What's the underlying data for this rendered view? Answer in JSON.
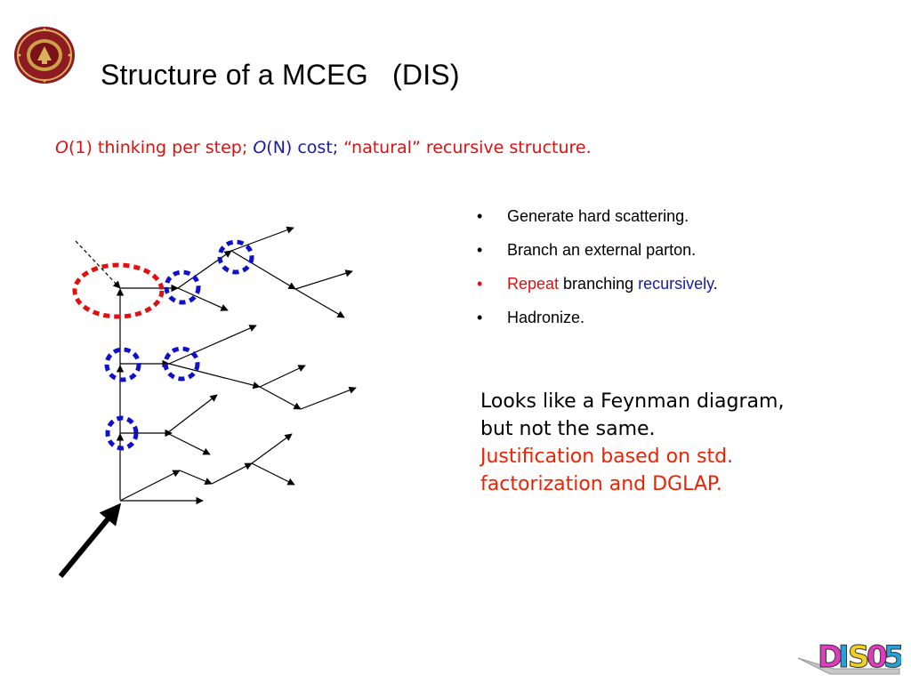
{
  "slide": {
    "title": "Structure of a MCEG   (DIS)",
    "subtitle": {
      "p1": "O",
      "p2": "(1) thinking per step; ",
      "p3": "O",
      "p4": "(N) ",
      "p5": "cost; ",
      "p6": "“natural” recursive structure."
    },
    "bullets": [
      {
        "text": "Generate hard scattering."
      },
      {
        "text": "Branch an external parton."
      },
      {
        "a": "Repeat",
        "b": " branching ",
        "c": "recursively",
        "d": "."
      },
      {
        "text": "Hadronize."
      }
    ],
    "bullet_char": "•",
    "note": {
      "black": "Looks like a Feynman diagram, but not the same.",
      "red": "Justification based on std. factorization and DGLAP."
    },
    "logo": {
      "text": "DIS05",
      "letters": [
        "D",
        "I",
        "S",
        "0",
        "5"
      ]
    },
    "colors": {
      "accent_red": "#dd1111",
      "accent_blue": "#1a1aa6",
      "circle_red": "#e01010",
      "circle_blue": "#1010cc"
    },
    "icons": [
      "university-seal-icon",
      "dis05-logo-icon"
    ]
  }
}
